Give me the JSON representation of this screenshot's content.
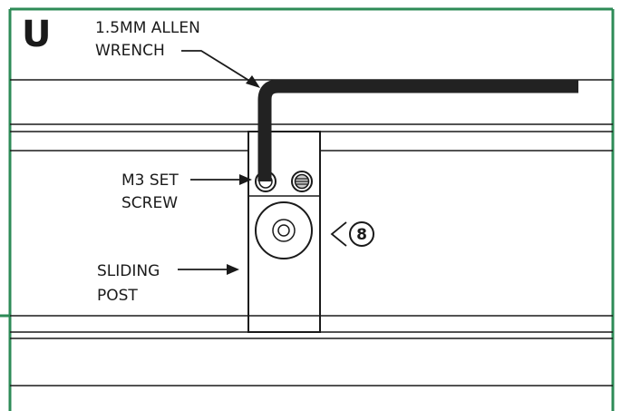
{
  "step": {
    "letter": "U"
  },
  "labels": {
    "allen_wrench": [
      "1.5MM ALLEN",
      "WRENCH"
    ],
    "set_screw": [
      "M3 SET",
      "SCREW"
    ],
    "sliding_post": [
      "SLIDING",
      "POST"
    ]
  },
  "callout": {
    "part_number": "8"
  },
  "colors": {
    "frame": "#2e8b57",
    "line": "#1a1a1a",
    "wrench": "#222222"
  }
}
